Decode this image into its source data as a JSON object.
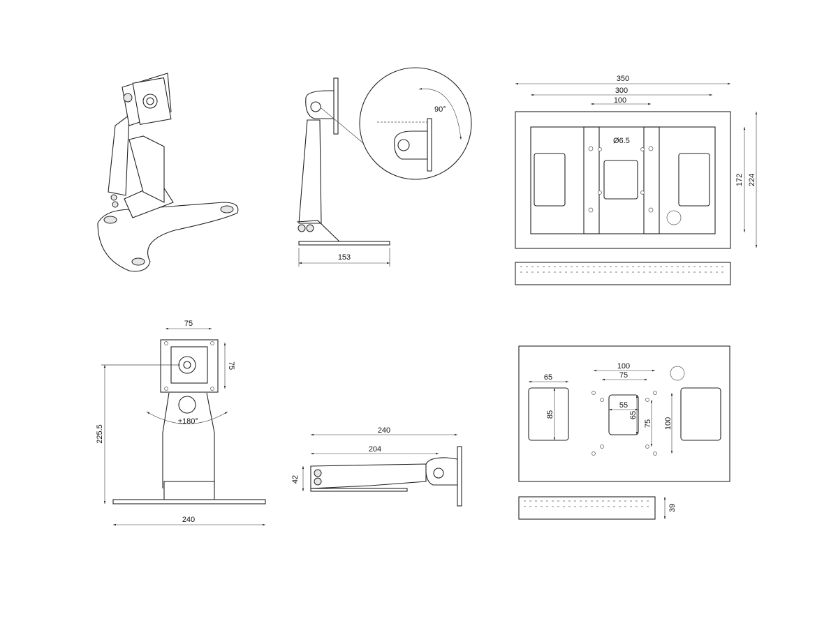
{
  "side_view": {
    "width": "153",
    "rotation": "90°"
  },
  "wall_plate_front": {
    "width_outer": "350",
    "width_inner": "300",
    "center_spacing": "100",
    "hole_diameter": "Ø6.5",
    "height_inner": "172",
    "height_outer": "224"
  },
  "stand_front": {
    "vesa_h": "75",
    "vesa_v": "75",
    "height": "225.5",
    "swivel": "±180°",
    "base_width": "240"
  },
  "arm_side": {
    "total_length": "240",
    "arm_length": "204",
    "height": "42"
  },
  "wall_plate_back": {
    "cutout_w": "65",
    "cutout_h": "85",
    "vesa_outer": "100",
    "vesa_inner": "75",
    "center_w": "55",
    "center_h": "65",
    "vesa_inner_v": "75",
    "vesa_outer_v": "100",
    "depth": "39"
  }
}
